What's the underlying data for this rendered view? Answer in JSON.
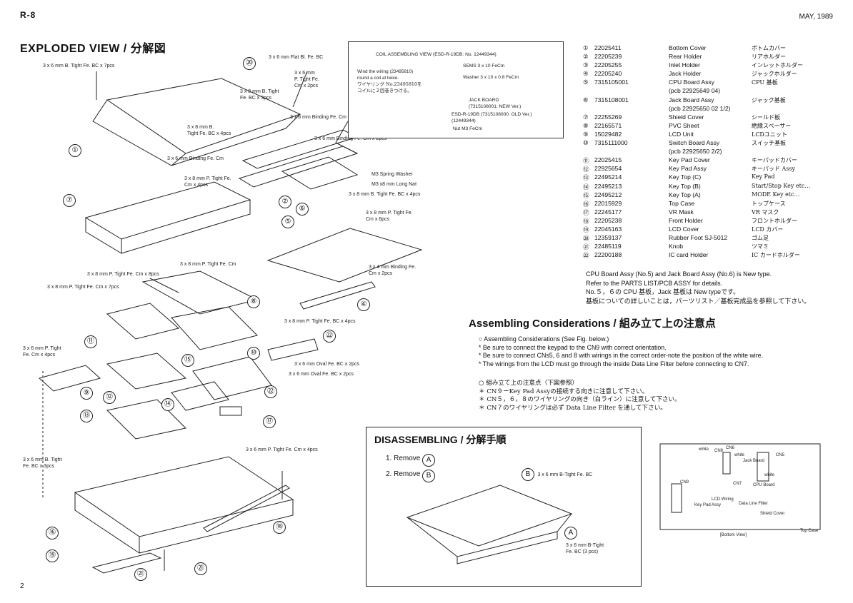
{
  "header": {
    "code": "R-8",
    "date": "MAY, 1989"
  },
  "exploded_title": "EXPLODED VIEW / 分解図",
  "page_number": "2",
  "labels": {
    "l1": "3 x 6 mm B. Tight Fe. BC x 7pcs",
    "l2": "3 x 6 mm Flat Bl. Fe. BC",
    "l3": "3 x 6 mm\nP. Tight Fe.\nCm x 2pcs",
    "l4": "3 x 8 mm B. Tight\nFe. BC x 3pcs",
    "l5": "3 x 6 mm Binding Fe. Cm",
    "l6": "3 x 8 mm B.\nTight Fe. BC x 4pcs",
    "l7": "3 x 6 mm Binding Fe. Cm x 2pcs",
    "l8": "3 x 6 mm Binding Fe. Cm",
    "l9": "3 x 8 mm P. Tight Fe.\nCm x 4pcs",
    "l10": "M3 Spring Washer",
    "l11": "M3 x8 mm Long Nat",
    "l12": "3 x 8 mm B. Tight Fe. BC x 4pcs",
    "l13": "3 x 8 mm P. Tight Fe.\nCm x 6pcs",
    "l14": "3 x 8 mm P. Tight Fe. Cm",
    "l15": "3 x 4 mm Binding Fe.\nCm x 2pcs",
    "l16": "3 x 8 mm P. Tight Fe. Cm x 8pcs",
    "l17": "3 x 8 mm P. Tight Fe. Cm x 7pcs",
    "l18": "3 x 8 mm P. Tight Fe. BC x 4pcs",
    "l19": "3 x 6 mm P. Tight\nFe. Cm x 4pcs",
    "l20": "3 x 6 mm Oval Fe. BC x 2pcs",
    "l21": "3 x 6 mm Oval Fe. BC x 2pcs",
    "l22": "3 x 6 mm P. Tight Fe. Cm x 4pcs",
    "l23": "3 x 6 mm B. Tight\nFe. BC x 3pcs"
  },
  "coil": {
    "title": "COIL ASSEMBLING VIEW (ESD-R-19DB: No. 12449344)",
    "wind_en": "Wind the wiring (23495810)\nround a coil at twice.",
    "wind_jp": "ワイヤリング No.23495810を\nコイルに２回巻きつける。",
    "sems": "SEMS 3 x 10 FeCm",
    "washer": "Washer 3 x 10 x 0.8 FeCm",
    "jack": "JACK BOARD\n(7315108001: NEW Ver.)",
    "esd": "ESD-R-19DB (7315108000: OLD Ver.)\n(12449344)",
    "nut": "Nut M3 FeCm"
  },
  "parts": [
    {
      "n": "①",
      "num": "22025411",
      "desc": "Bottom Cover",
      "jp": "ボトムカバー"
    },
    {
      "n": "②",
      "num": "22205239",
      "desc": "Rear Holder",
      "jp": "リアホルダー"
    },
    {
      "n": "③",
      "num": "22205255",
      "desc": "Inlet Holder",
      "jp": "インレットホルダー"
    },
    {
      "n": "④",
      "num": "22205240",
      "desc": "Jack Holder",
      "jp": "ジャックホルダー"
    },
    {
      "n": "⑤",
      "num": "7315105001",
      "desc": "CPU Board Assy",
      "jp": "CPU 基板"
    },
    {
      "n": "",
      "num": "",
      "desc": "(pcb 22925649 04)",
      "jp": ""
    },
    {
      "n": "⑥",
      "num": "7315108001",
      "desc": "Jack Board Assy",
      "jp": "ジャック基板"
    },
    {
      "n": "",
      "num": "",
      "desc": "(pcb 22925650 02 1/2)",
      "jp": ""
    },
    {
      "n": "⑦",
      "num": "22255269",
      "desc": "Shield Cover",
      "jp": "シールド板"
    },
    {
      "n": "⑧",
      "num": "22165571",
      "desc": "PVC Sheet",
      "jp": "絶縁スペーサー"
    },
    {
      "n": "⑨",
      "num": "15029482",
      "desc": "LCD Unit",
      "jp": "LCDユニット"
    },
    {
      "n": "⑩",
      "num": "7315111000",
      "desc": "Switch Board Assy",
      "jp": "スイッチ基板"
    },
    {
      "n": "",
      "num": "",
      "desc": "(pcb 22925650 2/2)",
      "jp": ""
    },
    {
      "n": "⑪",
      "num": "22025415",
      "desc": "Key Pad Cover",
      "jp": "キーパッドカバー"
    },
    {
      "n": "⑫",
      "num": "22925654",
      "desc": "Key Pad Assy",
      "jp": "キーパッド Assy"
    },
    {
      "n": "⑬",
      "num": "22495214",
      "desc": "Key Top (C)",
      "jp": "Key Pad"
    },
    {
      "n": "⑭",
      "num": "22495213",
      "desc": "Key Top (B)",
      "jp": "Start/Stop Key etc…"
    },
    {
      "n": "⑮",
      "num": "22495212",
      "desc": "Key Top (A)",
      "jp": "MODE Key etc…"
    },
    {
      "n": "⑯",
      "num": "22015929",
      "desc": "Top Case",
      "jp": "トップケース"
    },
    {
      "n": "⑰",
      "num": "22245177",
      "desc": "VR Mask",
      "jp": "VR マスク"
    },
    {
      "n": "⑱",
      "num": "22205238",
      "desc": "Front Holder",
      "jp": "フロントホルダー"
    },
    {
      "n": "⑲",
      "num": "22045163",
      "desc": "LCD Cover",
      "jp": "LCD カバー"
    },
    {
      "n": "⑳",
      "num": "12359137",
      "desc": "Rubber Foot SJ-5012",
      "jp": "ゴム足"
    },
    {
      "n": "㉑",
      "num": "22485119",
      "desc": "Knob",
      "jp": "ツマミ"
    },
    {
      "n": "㉒",
      "num": "22200188",
      "desc": "IC card Holder",
      "jp": "IC カードホルダー"
    }
  ],
  "note": "CPU Board Assy (No.5) and Jack Board Assy (No.6) is New type.\nRefer to the PARTS LIST/PCB ASSY for details.\nNo.５，６の CPU 基板，Jack 基板は New typeです。\n基板についての詳しいことは，パーツリスト／基板完成品を参照して下さい。",
  "assembling": {
    "title": "Assembling Considerations / 組み立て上の注意点",
    "en": "○ Assembling Considerations (See Fig. below.)\n   * Be sure to connect the keypad to the CN9 with correct orientation.\n   * Be sure to connect CNs5, 6 and 8 with wirings in the correct order-note the position of the white wire.\n   * The wirings from the LCD must go through the inside Data Line Filter before connecting to CN7.",
    "jp": "○ 組み立て上の注意点（下図参照）\n   ＊ CN９ーKey Pad Assyの接続する向きに注意して下さい。\n   ＊ CN５，６，８のワイヤリングの向き（白ライン）に注意して下さい。\n   ＊ CN７のワイヤリングは必ず Data Line Filter を通して下さい。"
  },
  "disassembling": {
    "title": "DISASSEMBLING / 分解手順",
    "step1": "1.  Remove",
    "step2": "2.  Remove",
    "screw_b": "3 x 6 mm B-Tight Fe. BC",
    "screw_a": "3 x 6 mm B-Tight\nFe. BC (3 pcs)",
    "mark_a": "A",
    "mark_b": "B"
  },
  "bottom_view": {
    "white1": "white",
    "cn8": "CN8",
    "cn6": "CN6",
    "white2": "white",
    "jack_board": "Jack Board",
    "cn5": "CN5",
    "white3": "white",
    "cn9": "CN9",
    "cn7": "CN7",
    "cpu_board": "CPU Board",
    "lcd_wiring": "LCD Wiring",
    "data_line_filter": "Data Line Filter",
    "key_pad_assy": "Key Pad Assy",
    "shield_cover": "Shield Cover",
    "top_case": "Top Case",
    "caption": "[Bottom View]"
  },
  "callouts": [
    "①",
    "②",
    "③",
    "④",
    "⑤",
    "⑥",
    "⑦",
    "⑧",
    "⑨",
    "⑩",
    "⑪",
    "⑫",
    "⑬",
    "⑭",
    "⑮",
    "⑯",
    "⑰",
    "⑱",
    "⑲",
    "⑳",
    "㉑",
    "㉒"
  ]
}
